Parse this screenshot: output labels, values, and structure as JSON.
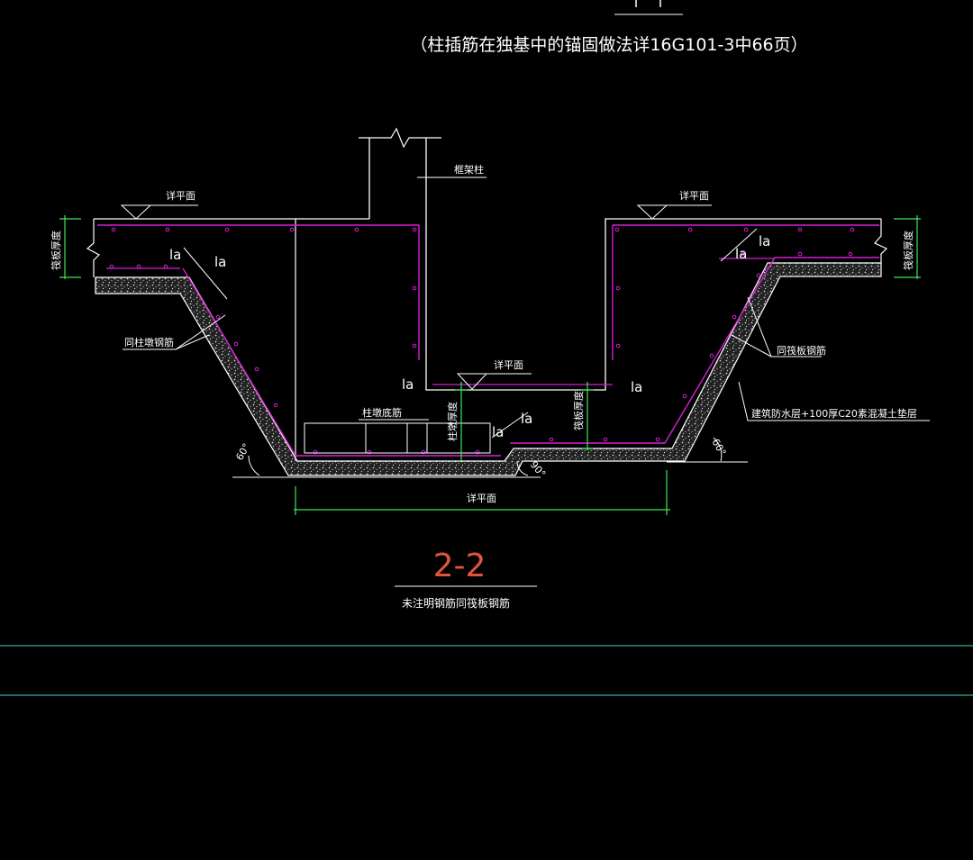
{
  "header": {
    "note": "（柱插筋在独基中的锚固做法详16G101-3中66页）"
  },
  "labels": {
    "frame_column": "框架柱",
    "detail_left": "详平面",
    "detail_right": "详平面",
    "detail_center": "详平面",
    "detail_bottom": "详平面",
    "raft_thk_left": "筏板厚度",
    "raft_thk_right": "筏板厚度",
    "raft_thk_mid": "筏板厚度",
    "cap_thk": "柱墩厚度",
    "same_cap_rebar": "同柱墩钢筋",
    "same_raft_rebar": "同筏板钢筋",
    "cap_bottom_rebar": "柱墩底筋",
    "waterproof": "建筑防水层+100厚C20素混凝土垫层",
    "angle_left": "60°",
    "angle_right": "60°",
    "angle_step": "90°",
    "anchor": "la"
  },
  "section": {
    "title": "2-2",
    "note": "未注明钢筋同筏板钢筋"
  },
  "colors": {
    "background": "#000000",
    "lines": "#ffffff",
    "rebar": "#d61fd6",
    "dimension": "#3ee65a",
    "section_title": "#e0553c",
    "rule": "#3aa9a0"
  }
}
